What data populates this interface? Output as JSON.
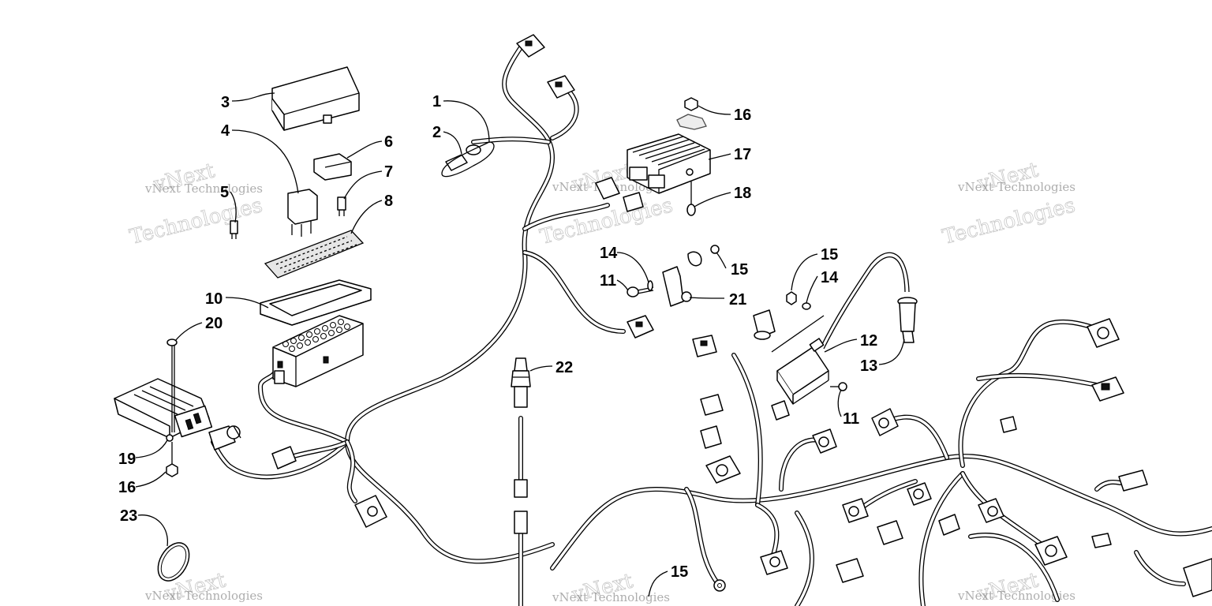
{
  "diagram": {
    "watermark": {
      "line1": "vNext Technologies",
      "big_a": "vNext",
      "big_b": "Technologies"
    },
    "callouts": {
      "c1": "1",
      "c2": "2",
      "c3": "3",
      "c4": "4",
      "c5": "5",
      "c6": "6",
      "c7": "7",
      "c8": "8",
      "c10": "10",
      "c11a": "11",
      "c11b": "11",
      "c12": "12",
      "c13": "13",
      "c14a": "14",
      "c14b": "14",
      "c15a": "15",
      "c15b": "15",
      "c15c": "15",
      "c16a": "16",
      "c16b": "16",
      "c17": "17",
      "c18": "18",
      "c19": "19",
      "c20": "20",
      "c21": "21",
      "c22": "22",
      "c23": "23"
    }
  }
}
